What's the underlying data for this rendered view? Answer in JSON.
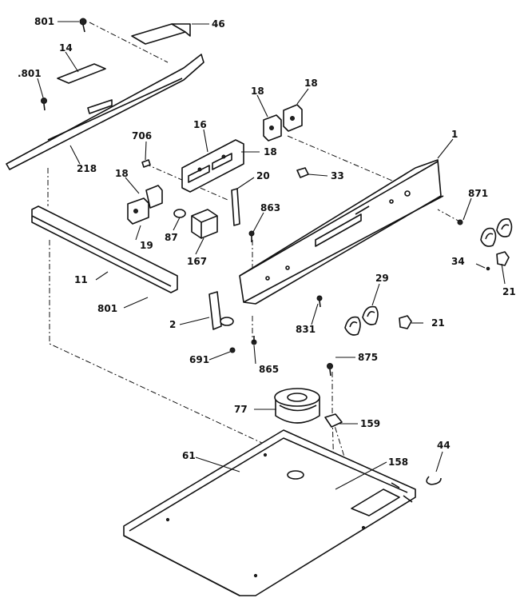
{
  "labels": {
    "l801a": "801",
    "l46": "46",
    "l14": "14",
    "l801b": ".801",
    "l218": "218",
    "l16": "16",
    "l706": "706",
    "l18a": "18",
    "l18b": "18",
    "l18c": "18",
    "l18d": "18",
    "l20": "20",
    "l33": "33",
    "l1": "1",
    "l871": "871",
    "l19": "19",
    "l87": "87",
    "l167": "167",
    "l863": "863",
    "l11": "11",
    "l801c": "801",
    "l34": "34",
    "l21a": "21",
    "l29": "29",
    "l2": "2",
    "l831": "831",
    "l21b": "21",
    "l691": "691",
    "l865": "865",
    "l875": "875",
    "l77": "77",
    "l159": "159",
    "l61": "61",
    "l158": "158",
    "l44": "44"
  }
}
